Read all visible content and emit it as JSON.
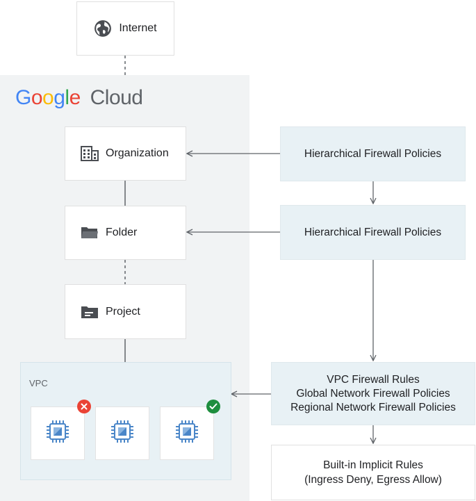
{
  "internet": {
    "label": "Internet",
    "icon": "globe-icon"
  },
  "brand": {
    "letters": [
      "G",
      "o",
      "o",
      "g",
      "l",
      "e"
    ],
    "letter_colors": [
      "#4285F4",
      "#EA4335",
      "#FBBC05",
      "#4285F4",
      "#34A853",
      "#EA4335"
    ],
    "product": "Cloud"
  },
  "hierarchy": {
    "organization": {
      "label": "Organization",
      "icon": "building-icon"
    },
    "folder": {
      "label": "Folder",
      "icon": "folder-icon"
    },
    "project": {
      "label": "Project",
      "icon": "project-icon"
    }
  },
  "policies": {
    "org_policy": "Hierarchical Firewall Policies",
    "folder_policy": "Hierarchical Firewall Policies",
    "vpc_rules": [
      "VPC Firewall Rules",
      "Global Network Firewall Policies",
      "Regional Network Firewall Policies"
    ],
    "implicit_rules": [
      "Built-in Implicit Rules",
      "(Ingress Deny, Egress Allow)"
    ]
  },
  "vpc": {
    "label": "VPC",
    "vms": [
      {
        "icon": "vm-chip-icon",
        "badge": "denied-x-icon"
      },
      {
        "icon": "vm-chip-icon",
        "badge": ""
      },
      {
        "icon": "vm-chip-icon",
        "badge": "allowed-check-icon"
      }
    ]
  },
  "colors": {
    "panel_bg": "#f1f3f4",
    "policy_bg": "#e8f1f5",
    "deny_badge": "#ea4335",
    "allow_badge": "#1e8e3e",
    "icon_dark": "#5f6368",
    "chip_blue": "#4a86c8"
  }
}
